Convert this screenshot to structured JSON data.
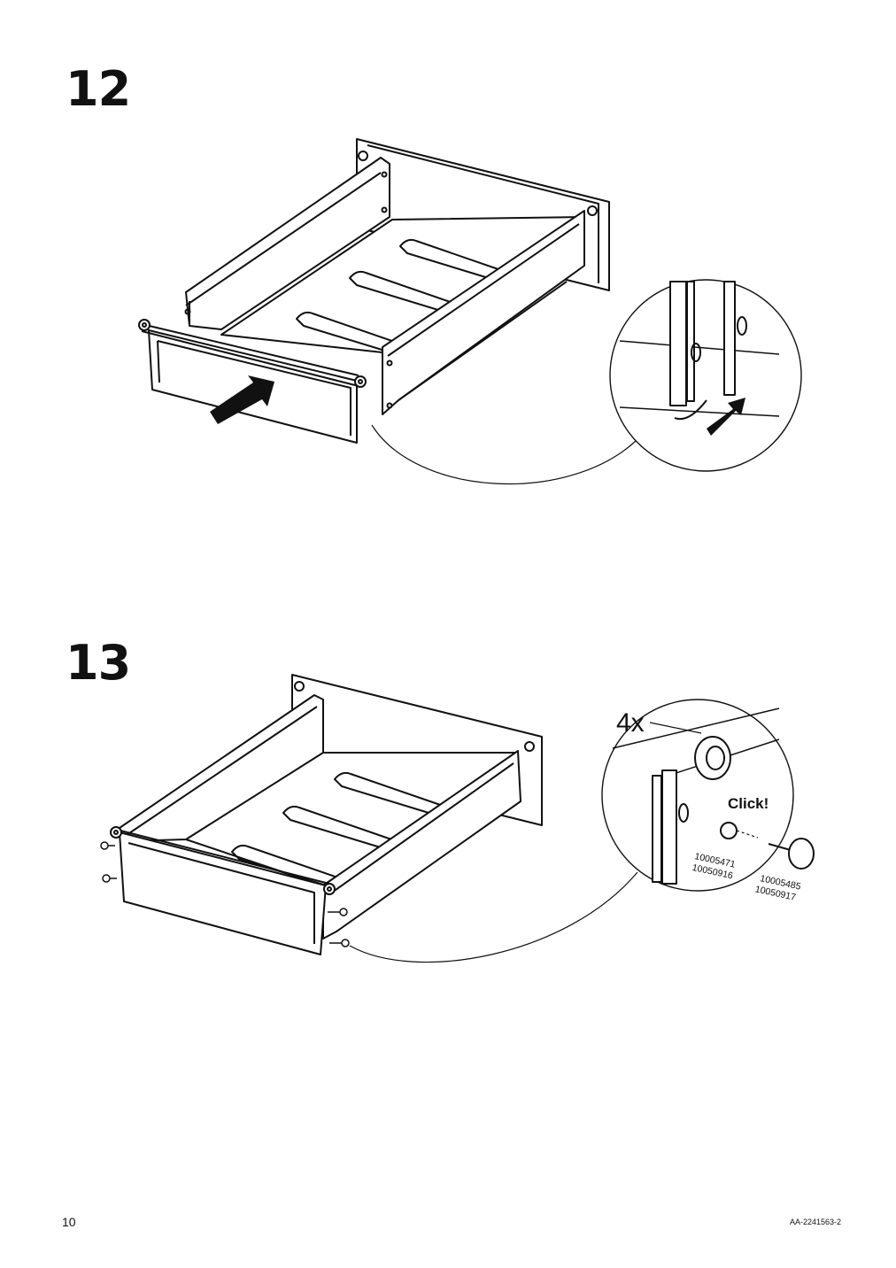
{
  "steps": [
    {
      "number": "12",
      "callout": {}
    },
    {
      "number": "13",
      "callout": {
        "quantity": "4x",
        "click_label": "Click!",
        "part_a": {
          "line1": "10005471",
          "line2": "10050916"
        },
        "part_b": {
          "line1": "10005485",
          "line2": "10050917"
        }
      }
    }
  ],
  "footer": {
    "page_number": "10",
    "doc_code": "AA-2241563-2"
  },
  "icons": [
    "insert-arrow-icon",
    "screw-icon",
    "knob-icon",
    "magnifier-callout-icon"
  ]
}
